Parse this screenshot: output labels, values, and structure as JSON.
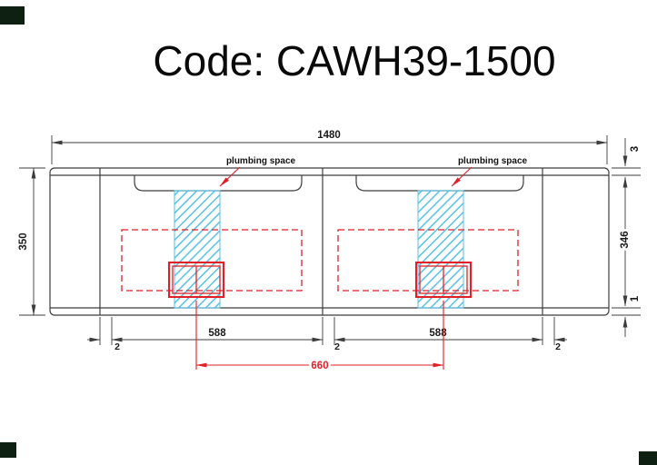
{
  "title": "Code: CAWH39-1500",
  "colors": {
    "line": "#3c3c3c",
    "text": "#1a1a1a",
    "dim_red": "#e01f26",
    "hatch_blue": "#57c1e8",
    "corner_mark": "#0e2012"
  },
  "labels": {
    "plumbing_left": "plumbing space",
    "plumbing_right": "plumbing space"
  },
  "dimensions": {
    "overall_width": "1480",
    "depth_left": "350",
    "depth_right": "346",
    "top_edge": "3",
    "bottom_edge": "1",
    "basin_left_width": "588",
    "basin_right_width": "588",
    "gap_left": "2",
    "gap_center": "2",
    "gap_right": "2",
    "drain_spacing": "660"
  }
}
